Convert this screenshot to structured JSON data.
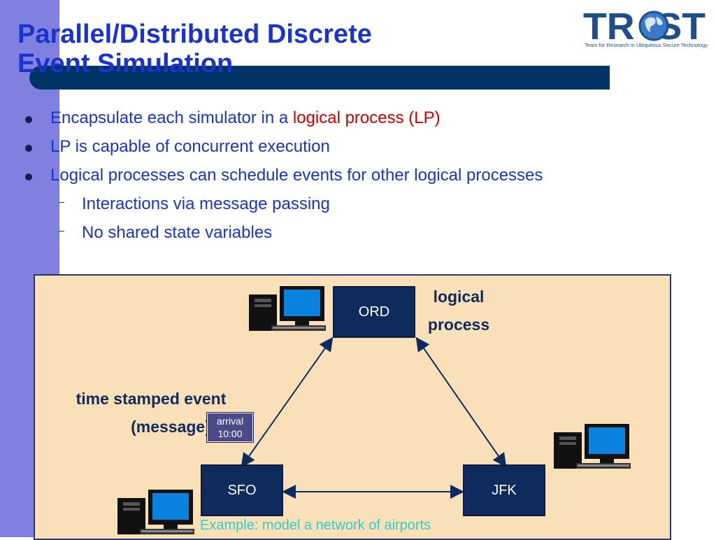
{
  "title": {
    "line1": "Parallel/Distributed Discrete",
    "line2": "Event Simulation"
  },
  "logo": {
    "name": "TRUST",
    "subtitle": "Team for Research in Ubiquitous Secure Technology"
  },
  "bullets": [
    {
      "text": "Encapsulate each simulator in a ",
      "highlight": "logical process (LP)"
    },
    {
      "text": "LP is capable of concurrent execution"
    },
    {
      "text": "Logical processes can schedule events for other logical processes"
    }
  ],
  "sub_bullets": [
    {
      "text": "Interactions via message passing"
    },
    {
      "text": "No shared state variables"
    }
  ],
  "diagram": {
    "nodes": {
      "ord": "ORD",
      "sfo": "SFO",
      "jfk": "JFK"
    },
    "lp_label": {
      "line1": "logical",
      "line2": "process"
    },
    "event_label": {
      "line1": "time stamped event",
      "line2": "(message)"
    },
    "message": {
      "line1": "arrival",
      "line2": "10:00"
    },
    "caption": "Example: model a network of airports"
  },
  "colors": {
    "title": "#1a33cc",
    "highlight": "#cc0000",
    "node": "#0f2a5c",
    "panel": "#fae0b8",
    "caption": "#33cccc",
    "left_bar": "#8080e0"
  }
}
